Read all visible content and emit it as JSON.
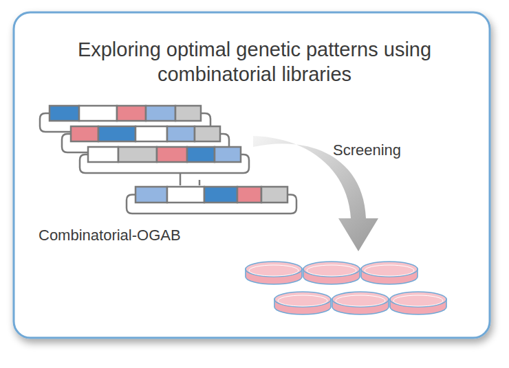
{
  "diagram": {
    "title": "Exploring optimal genetic patterns using combinatorial libraries",
    "labels": [
      "Screening",
      "Combinatorial-OGAB"
    ]
  }
}
